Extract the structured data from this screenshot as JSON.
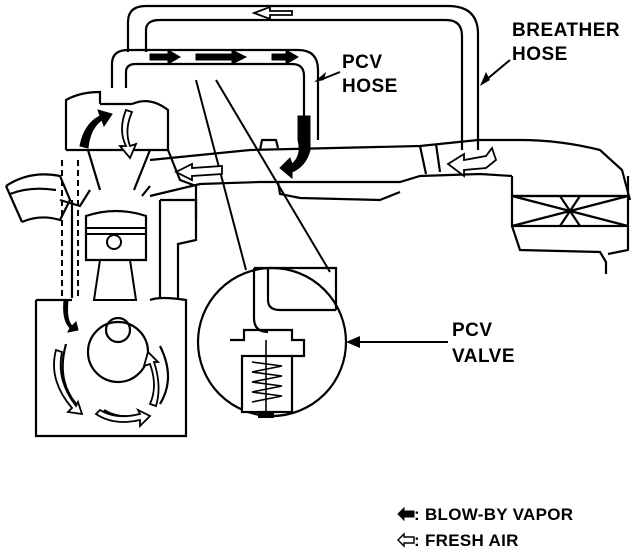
{
  "labels": {
    "pcv_hose": [
      "PCV",
      "HOSE"
    ],
    "breather_hose": [
      "BREATHER",
      "HOSE"
    ],
    "pcv_valve": [
      "PCV",
      "VALVE"
    ]
  },
  "legend": {
    "blowby": ": BLOW-BY VAPOR",
    "fresh_air": ": FRESH AIR"
  },
  "colors": {
    "ink": "#000000",
    "paper": "#ffffff"
  }
}
